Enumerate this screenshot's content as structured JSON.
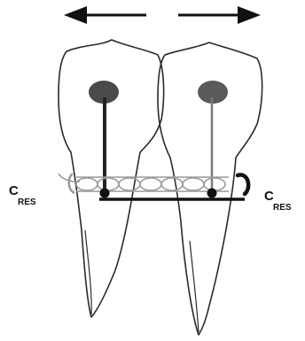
{
  "labels": {
    "left": {
      "main": "C",
      "sub": "RES"
    },
    "right": {
      "main": "C",
      "sub": "RES"
    }
  },
  "colors": {
    "outline": "#2a2a2a",
    "left_center_fill": "#4a4a4a",
    "right_center_fill": "#5a5a5a",
    "left_axis": "#222222",
    "right_axis": "#7a7a7a",
    "wire": "#9a9a9a",
    "bar": "#111111"
  },
  "icons": {
    "left_arrow": "arrow-left-icon",
    "right_arrow": "arrow-right-icon"
  }
}
